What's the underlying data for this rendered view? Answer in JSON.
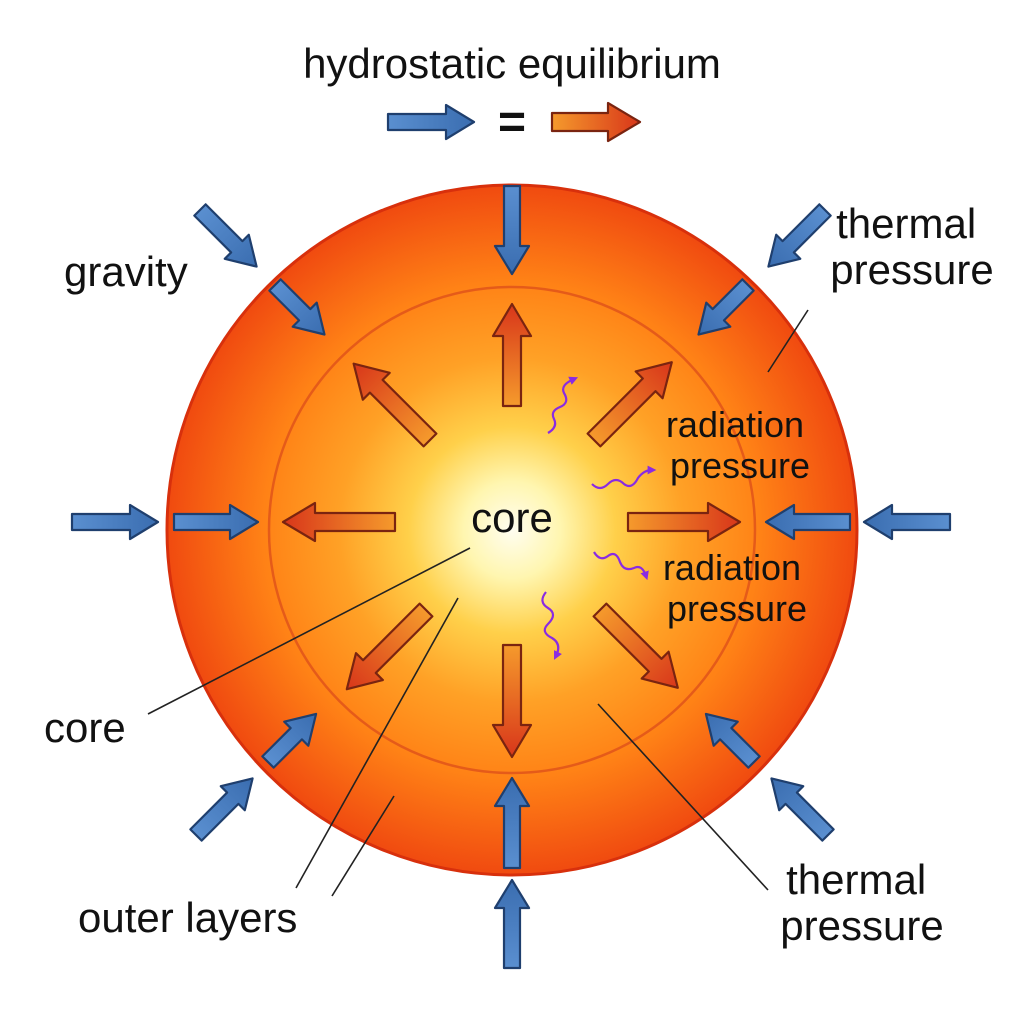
{
  "title": "hydrostatic equilibrium",
  "legend": {
    "equals_sign": "="
  },
  "labels": {
    "gravity": "gravity",
    "thermal_pressure_top": [
      "thermal",
      "pressure"
    ],
    "radiation_pressure_1": [
      "radiation",
      "pressure"
    ],
    "radiation_pressure_2": [
      "radiation",
      "pressure"
    ],
    "core_center": "core",
    "core_left": "core",
    "outer_layers": "outer layers",
    "thermal_pressure_bottom": [
      "thermal",
      "pressure"
    ]
  },
  "colors": {
    "gravity_arrow": "#4a7fc1",
    "gravity_arrow_outline": "#1f3f6e",
    "pressure_arrow_start": "#f08a24",
    "pressure_arrow_end": "#d63a1a",
    "pressure_arrow_outline": "#7a2410",
    "star_outer": "#f04a10",
    "star_mid": "#ff9420",
    "core_glow": "#fffbe0",
    "radiation_wave": "#8a2be2"
  },
  "icons": {
    "gravity": "inward-arrow-icon",
    "thermal_pressure": "outward-arrow-icon",
    "radiation": "wavy-arrow-icon"
  }
}
